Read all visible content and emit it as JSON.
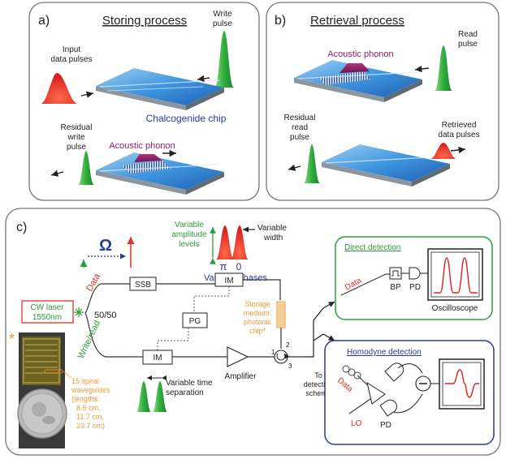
{
  "panel_a": {
    "letter": "a)",
    "title": "Storing process",
    "write_pulse": [
      "Write",
      "pulse"
    ],
    "input_pulses": [
      "Input",
      "data pulses"
    ],
    "chip": "Chalcogenide chip",
    "residual": [
      "Residual",
      "write",
      "pulse"
    ],
    "phonon": "Acoustic phonon"
  },
  "panel_b": {
    "letter": "b)",
    "title": "Retrieval process",
    "read_pulse": [
      "Read",
      "pulse"
    ],
    "phonon": "Acoustic phonon",
    "residual": [
      "Residual",
      "read",
      "pulse"
    ],
    "retrieved": [
      "Retrieved",
      "data pulses"
    ]
  },
  "panel_c": {
    "letter": "c)",
    "omega": "Ω",
    "amplitude": [
      "Variable",
      "amplitude",
      "levels"
    ],
    "width": [
      "Variable",
      "width"
    ],
    "pi": "π",
    "zero": "0",
    "phases": "Variable phases",
    "laser": [
      "CW laser",
      "1550nm"
    ],
    "data_arm": "Data",
    "write_read_arm": "Write/read",
    "splitter": "50/50",
    "ssb": "SSB",
    "im_top": "IM",
    "im_bottom": "IM",
    "pg": "PG",
    "storage": [
      "Storage",
      "medium:",
      "photonic",
      "chip*"
    ],
    "amplifier": "Amplifier",
    "port1": "1",
    "port2": "2",
    "port3": "3",
    "to_detection": [
      "To",
      "detection",
      "scheme"
    ],
    "time_sep": [
      "Variable time",
      "separation"
    ],
    "waveguides": [
      "15 spiral",
      "waveguides",
      "(lengths:",
      "8.6 cm,",
      "11.7 cm,",
      "23.7 cm)"
    ],
    "asterisk": "*",
    "direct": {
      "title": "Direct detection",
      "data": "Data",
      "bp": "BP",
      "pd": "PD",
      "scope": "Oscilloscope"
    },
    "homodyne": {
      "title": "Homodyne detection",
      "data": "Data",
      "lo": "LO",
      "pd": "PD"
    }
  },
  "colors": {
    "green": "#2e9b3e",
    "red": "#e0312a",
    "blue": "#2b3a9c",
    "orange": "#f29a2e",
    "purple": "#8e1e6e",
    "gray_border": "#777777"
  }
}
